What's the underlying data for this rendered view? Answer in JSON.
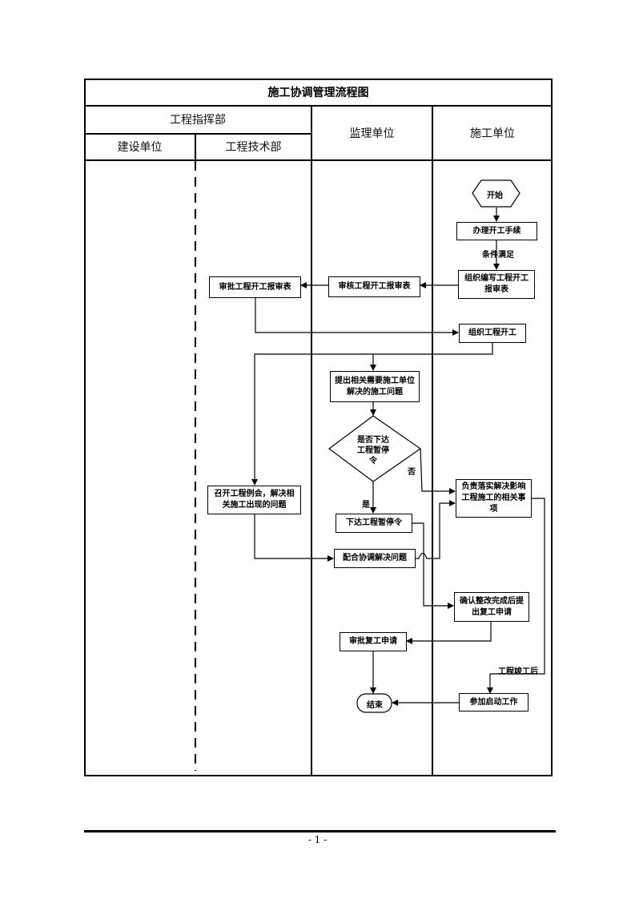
{
  "document": {
    "title": "施工协调管理流程图",
    "page_number": "- 1 -"
  },
  "lanes": {
    "group_header": "工程指挥部",
    "owner": "建设单位",
    "tech_dept": "工程技术部",
    "supervisor": "监理单位",
    "contractor": "施工单位"
  },
  "nodes": {
    "start": "开始",
    "start_procedures": "办理开工手续",
    "condition_met": "条件满足",
    "compile_report": "组织编写工程开工报审表",
    "review_report": "审核工程开工报审表",
    "approve_report": "审批工程开工报审表",
    "organize_start": "组织工程开工",
    "raise_issues": "提出相关需要施工单位解决的施工问题",
    "decision": "是否下达工程暂停令",
    "yes": "是",
    "no": "否",
    "issue_stop_order": "下达工程暂停令",
    "hold_meeting": "召开工程例会，解决相关施工出现的问题",
    "coordinate": "配合协调解决问题",
    "resolve_matters": "负责落实解决影响工程施工的相关事项",
    "confirm_rectify": "确认整改完成后提出复工申请",
    "approve_resume": "审批复工申请",
    "after_completion": "工程竣工后",
    "attend_startup": "参加启动工作",
    "end": "结束"
  }
}
